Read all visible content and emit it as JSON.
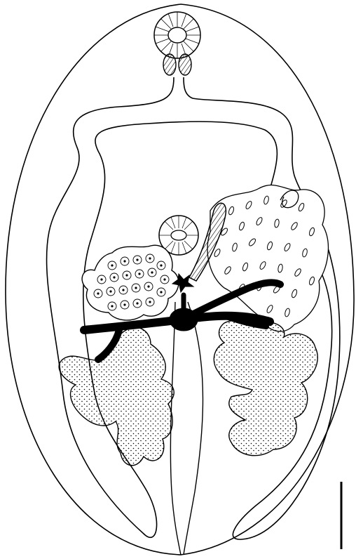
{
  "figure": {
    "type": "line-drawing",
    "subject": "trematode",
    "background_color": "#ffffff",
    "ink_color": "#000000",
    "fill_gray": "#f2f2f2"
  },
  "structures": [
    {
      "name": "oral-sucker"
    },
    {
      "name": "pharynx"
    },
    {
      "name": "ventral-sucker"
    },
    {
      "name": "cirrus-sac"
    },
    {
      "name": "ovary"
    },
    {
      "name": "egg-cluster"
    },
    {
      "name": "testis-left"
    },
    {
      "name": "testis-right"
    },
    {
      "name": "vitelline-ducts"
    },
    {
      "name": "intestinal-caeca"
    },
    {
      "name": "scale-bar"
    }
  ]
}
